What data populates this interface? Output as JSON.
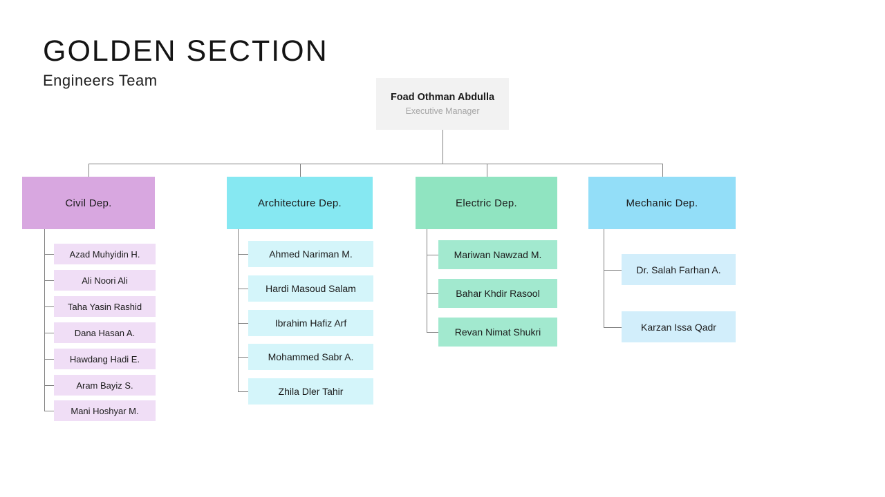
{
  "header": {
    "title": "GOLDEN SECTION",
    "subtitle": "Engineers Team"
  },
  "executive": {
    "name": "Foad Othman Abdulla",
    "role": "Executive Manager"
  },
  "colors": {
    "executive_box": "#f2f2f2",
    "executive_role_text": "#a6a6a6",
    "connector_line": "#808080",
    "box_text": "#1a1a1a"
  },
  "departments": [
    {
      "label": "Civil Dep.",
      "header_color": "#d8a7e0",
      "member_color": "#f0def6",
      "members": [
        "Azad Muhyidin H.",
        "Ali Noori Ali",
        "Taha Yasin Rashid",
        "Dana Hasan A.",
        "Hawdang Hadi E.",
        "Aram Bayiz S.",
        "Mani Hoshyar M."
      ]
    },
    {
      "label": "Architecture Dep.",
      "header_color": "#86e8f2",
      "member_color": "#d4f5fa",
      "members": [
        "Ahmed Nariman M.",
        "Hardi Masoud Salam",
        "Ibrahim Hafiz Arf",
        "Mohammed Sabr A.",
        "Zhila Dler Tahir"
      ]
    },
    {
      "label": "Electric Dep.",
      "header_color": "#90e4c1",
      "member_color": "#a2e9cf",
      "members": [
        "Mariwan Nawzad M.",
        "Bahar Khdir Rasool",
        "Revan Nimat Shukri"
      ]
    },
    {
      "label": "Mechanic Dep.",
      "header_color": "#93def8",
      "member_color": "#d2eefb",
      "members": [
        "Dr. Salah Farhan A.",
        "Karzan Issa Qadr"
      ]
    }
  ]
}
